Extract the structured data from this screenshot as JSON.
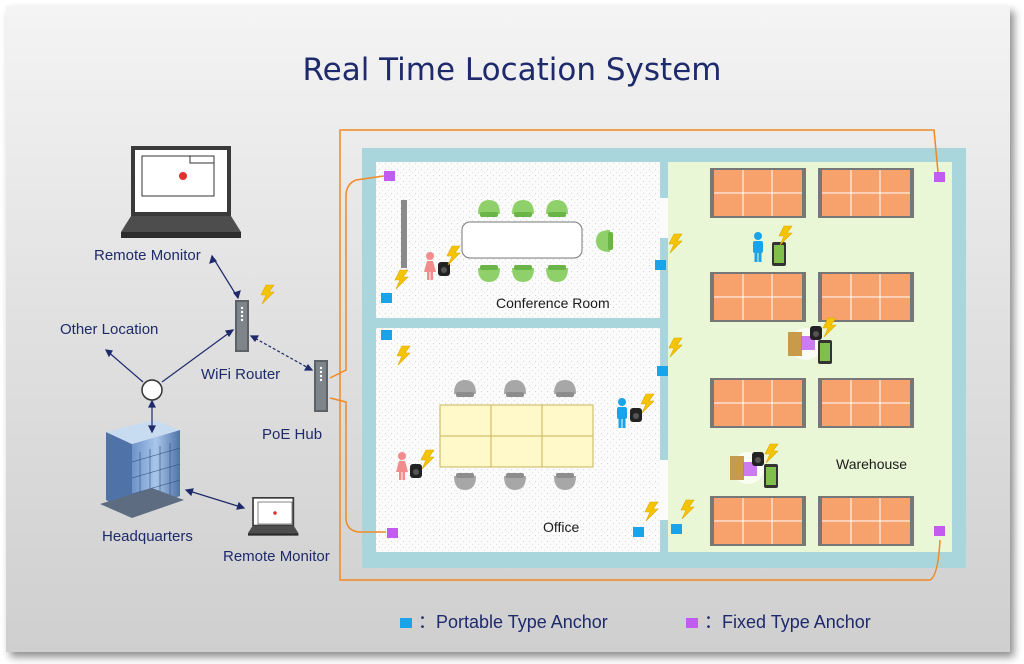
{
  "title": "Real Time Location System",
  "labels": {
    "remote_monitor_top": "Remote Monitor",
    "other_location": "Other Location",
    "wifi_router": "WiFi Router",
    "poe_hub": "PoE Hub",
    "headquarters": "Headquarters",
    "remote_monitor_bottom": "Remote Monitor",
    "conference_room": "Conference Room",
    "office": "Office",
    "warehouse": "Warehouse"
  },
  "legend": {
    "portable": "：Portable Type Anchor",
    "fixed": "：Fixed Type Anchor"
  },
  "colors": {
    "title": "#1e2a6b",
    "portable_anchor": "#1aa3e8",
    "fixed_anchor": "#c25bef",
    "cable": "#f08a24",
    "wall": "#a9d6dc",
    "warehouse_floor": "#e9f7d6",
    "shelf": "#f7a26c"
  }
}
